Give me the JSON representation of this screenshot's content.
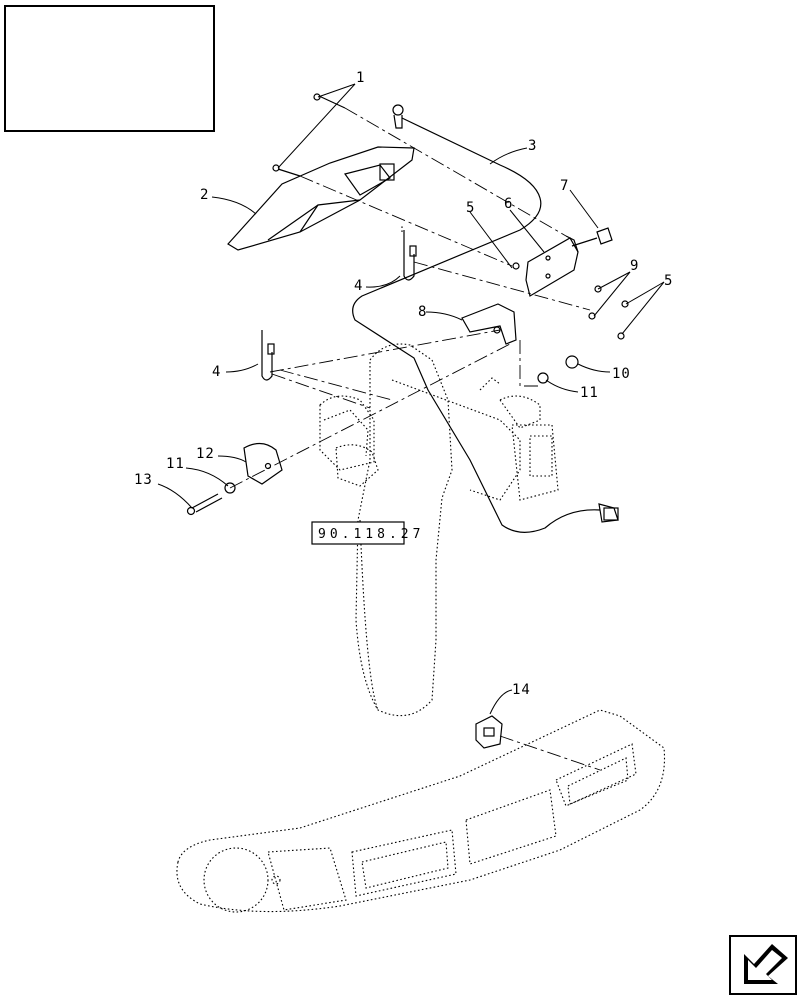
{
  "callouts": {
    "c1": "1",
    "c2": "2",
    "c3": "3",
    "c4a": "4",
    "c4b": "4",
    "c5a": "5",
    "c5b": "5",
    "c6": "6",
    "c7": "7",
    "c8": "8",
    "c9": "9",
    "c10": "10",
    "c11a": "11",
    "c11b": "11",
    "c12": "12",
    "c13": "13",
    "c14": "14"
  },
  "reference_label": "90.118.27",
  "icons": {
    "nav": "arrow-left-down-icon"
  }
}
